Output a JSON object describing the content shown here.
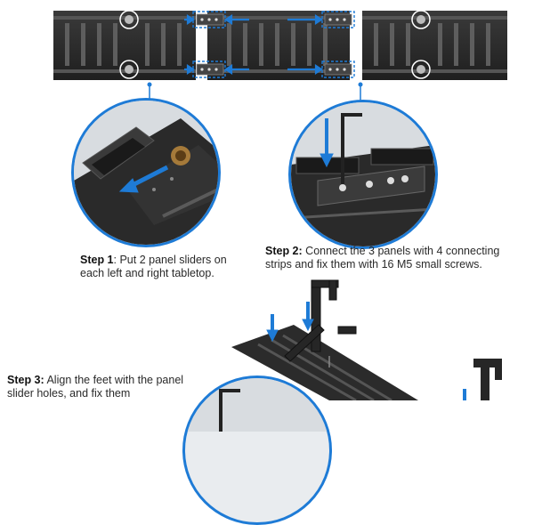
{
  "steps": [
    {
      "label": "Step 1",
      "colon": ":",
      "text": " Put 2 panel sliders on each left and right tabletop."
    },
    {
      "label": "Step 2:",
      "text": " Connect the 3 panels with 4 connecting strips and fix them with 16 M5 small screws."
    },
    {
      "label": "Step 3:",
      "text": " Align the feet with the panel slider holes, and fix them"
    }
  ],
  "colors": {
    "accent": "#1e7bd6",
    "panel": "#2b2b2b",
    "slot": "#5a5a5a"
  }
}
